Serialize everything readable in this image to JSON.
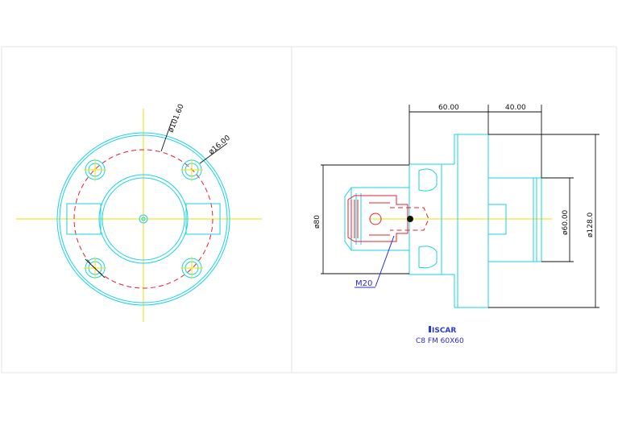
{
  "colors": {
    "outline": "#19d3e6",
    "hidden_red": "#e8202a",
    "centerline": "#e8e300",
    "dimension": "#111111",
    "annotation_blue": "#2a2ad0"
  },
  "front_view": {
    "dim_outer_diameter": "ø101.60",
    "dim_hole_diameter": "ø16.00"
  },
  "side_view": {
    "dim_length_left": "60.00",
    "dim_length_right": "40.00",
    "dim_diameter_left": "ø80",
    "dim_diameter_right": "ø60.00",
    "dim_diameter_flange": "ø128.0",
    "thread_label": "M20"
  },
  "logo": {
    "brand_text": "ISCAR",
    "icon": "iscar-logo-icon"
  },
  "model_label": "C8 FM 60X60"
}
